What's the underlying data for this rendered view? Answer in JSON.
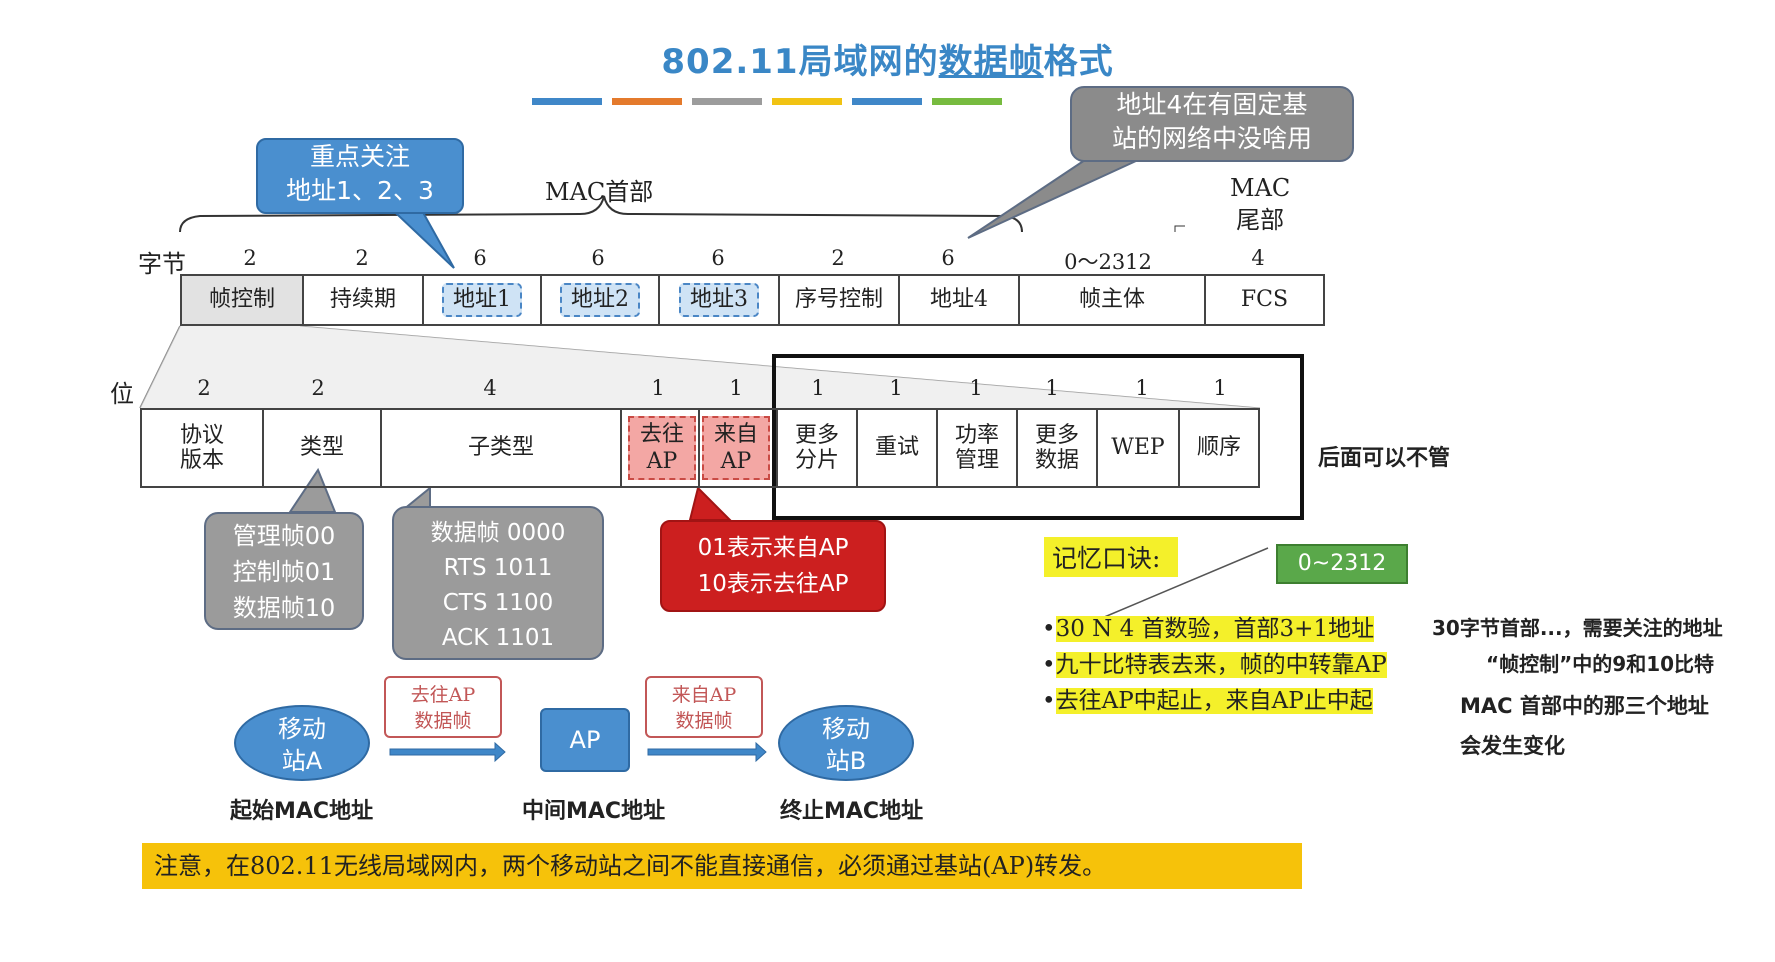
{
  "title": {
    "main": "802.11局域网的",
    "underlined": "数据帧",
    "rest": "格式"
  },
  "color_bars": [
    "#3f87c8",
    "#e47a2c",
    "#9c9c9c",
    "#f1c313",
    "#3f87c8",
    "#77bb3f"
  ],
  "callout_focus": {
    "line1": "重点关注",
    "line2": "地址1、2、3"
  },
  "callout_addr4": {
    "line1": "地址4在有固定基",
    "line2": "站的网络中没啥用"
  },
  "mac_header_label": "MAC首部",
  "mac_trailer_label": {
    "line1": "MAC",
    "line2": "尾部"
  },
  "byte_row": {
    "unit_label": "字节",
    "sizes": [
      "2",
      "2",
      "6",
      "6",
      "6",
      "2",
      "6",
      "0～2312",
      "4"
    ],
    "fields": [
      "帧控制",
      "持续期",
      "地址1",
      "地址2",
      "地址3",
      "序号控制",
      "地址4",
      "帧主体",
      "FCS"
    ]
  },
  "bit_row": {
    "unit_label": "位",
    "sizes": [
      "2",
      "2",
      "4",
      "1",
      "1",
      "1",
      "1",
      "1",
      "1",
      "1",
      "1"
    ],
    "fields": [
      {
        "l1": "协议",
        "l2": "版本"
      },
      {
        "l1": "类型",
        "l2": ""
      },
      {
        "l1": "子类型",
        "l2": ""
      },
      {
        "l1": "去往",
        "l2": "AP"
      },
      {
        "l1": "来自",
        "l2": "AP"
      },
      {
        "l1": "更多",
        "l2": "分片"
      },
      {
        "l1": "重试",
        "l2": ""
      },
      {
        "l1": "功率",
        "l2": "管理"
      },
      {
        "l1": "更多",
        "l2": "数据"
      },
      {
        "l1": "WEP",
        "l2": ""
      },
      {
        "l1": "顺序",
        "l2": ""
      }
    ]
  },
  "ignore_note": "后面可以不管",
  "type_callout": [
    "管理帧00",
    "控制帧01",
    "数据帧10"
  ],
  "subtype_callout": [
    "数据帧 0000",
    "RTS 1011",
    "CTS 1100",
    "ACK 1101"
  ],
  "ap_callout": [
    "01表示来自AP",
    "10表示去往AP"
  ],
  "flow": {
    "station_a": {
      "l1": "移动",
      "l2": "站A"
    },
    "to_ap_scroll": {
      "l1": "去往AP",
      "l2": "数据帧"
    },
    "ap": "AP",
    "from_ap_scroll": {
      "l1": "来自AP",
      "l2": "数据帧"
    },
    "station_b": {
      "l1": "移动",
      "l2": "站B"
    },
    "label_a": "起始MAC地址",
    "label_ap": "中间MAC地址",
    "label_b": "终止MAC地址"
  },
  "mnemonic": {
    "title": "记忆口诀:",
    "range_box": "0~2312",
    "lines": [
      {
        "text": "30 N 4 首数验，首部3+1地址",
        "note": "30字节首部...，需要关注的地址"
      },
      {
        "text": "九十比特表去来，帧的中转靠AP",
        "note": "“帧控制”中的9和10比特"
      },
      {
        "text": "去往AP中起止，来自AP止中起",
        "note": "MAC 首部中的那三个地址"
      }
    ],
    "note_extra": "会发生变化"
  },
  "footer_note": "注意，在802.11无线局域网内，两个移动站之间不能直接通信，必须通过基站(AP)转发。"
}
